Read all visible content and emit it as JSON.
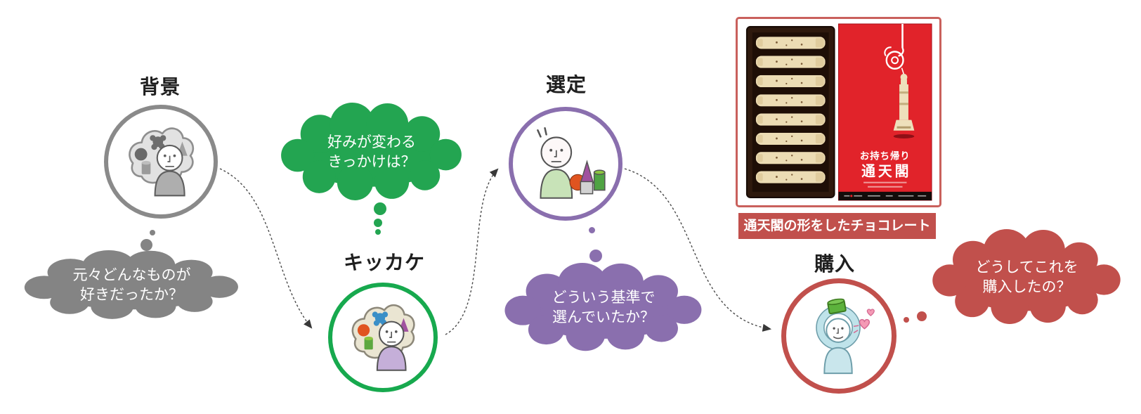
{
  "stages": [
    {
      "id": "background",
      "label": "背景",
      "ring_color": "#8a8a8a",
      "bubble_color": "#848484",
      "question": {
        "line1": "元々どんなものが",
        "line2": "好きだったか？"
      }
    },
    {
      "id": "trigger",
      "label": "キッカケ",
      "ring_color": "#17a94e",
      "bubble_color": "#23a551",
      "question": {
        "line1": "好みが変わる",
        "line2": "きっかけは？"
      }
    },
    {
      "id": "selection",
      "label": "選定",
      "ring_color": "#8a6fae",
      "bubble_color": "#8a6fae",
      "question": {
        "line1": "どういう基準で",
        "line2": "選んでいたか？"
      }
    },
    {
      "id": "purchase",
      "label": "購入",
      "ring_color": "#c1504c",
      "bubble_color": "#c1504c",
      "question": {
        "line1": "どうしてこれを",
        "line2": "購入したの？"
      }
    }
  ],
  "product": {
    "caption": "通天閣の形をしたチョコレート",
    "caption_bg_color": "#c1504c",
    "frame_border_color": "#c9605c",
    "package": {
      "label_top": "お持ち帰り",
      "label_main": "通天閣",
      "color": "#e1232a"
    },
    "chocolate_stick_count": 8
  },
  "arrow_color": "#4a4a4a"
}
